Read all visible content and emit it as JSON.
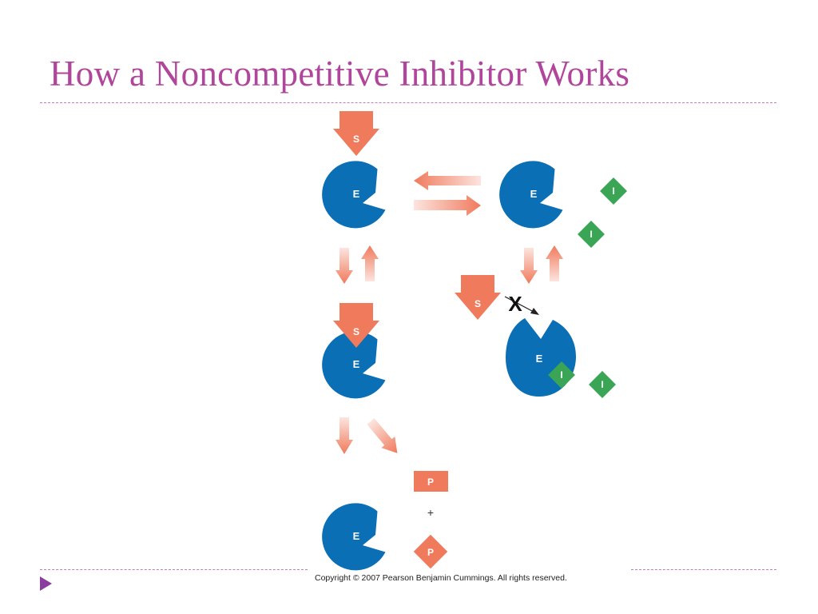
{
  "title": "How a Noncompetitive Inhibitor Works",
  "copyright": "Copyright © 2007 Pearson Benjamin Cummings. All rights reserved.",
  "labels": {
    "enzyme": "E",
    "substrate": "S",
    "inhibitor": "I",
    "product": "P",
    "plus": "+",
    "blocked": "X"
  },
  "colors": {
    "title": "#b0469b",
    "enzyme": "#0a6fb5",
    "substrate": "#f07a5c",
    "inhibitor": "#3aa655",
    "arrow": "#f07a5c",
    "rule": "#c77bbf",
    "bullet": "#8a3fa0"
  },
  "icons": [
    "enzyme-pacman-shape",
    "substrate-arrow-shape",
    "inhibitor-diamond-shape",
    "product-square-shape",
    "product-diamond-shape",
    "blocked-x-icon",
    "bullet-triangle-icon"
  ]
}
